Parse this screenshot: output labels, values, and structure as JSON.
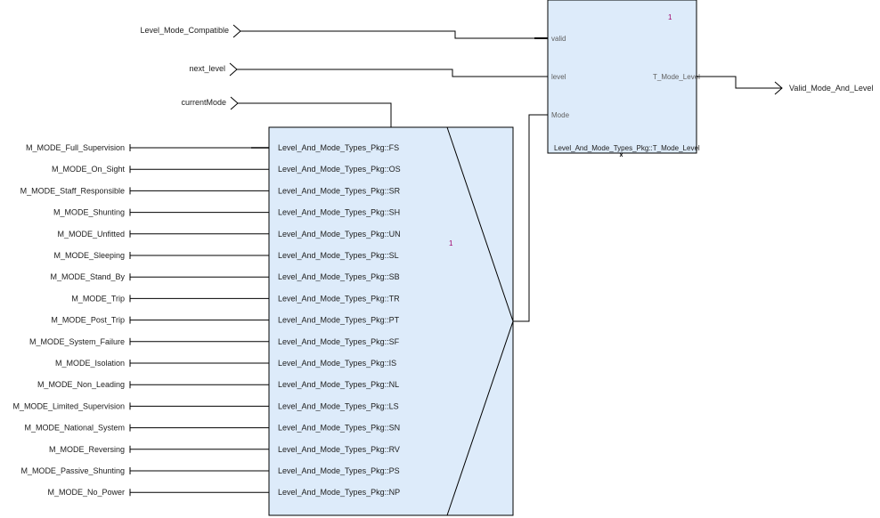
{
  "inputs_top": [
    {
      "label": "Level_Mode_Compatible"
    },
    {
      "label": "next_level"
    },
    {
      "label": "currentMode"
    }
  ],
  "output": {
    "label": "Valid_Mode_And_Level"
  },
  "operator_block": {
    "priority": "1",
    "ports_in": [
      "valid",
      "level",
      "Mode"
    ],
    "port_out": "T_Mode_Level",
    "type_name": "Level_And_Mode_Types_Pkg::T_Mode_Level"
  },
  "switch_block": {
    "priority": "1",
    "cases": [
      {
        "input": "M_MODE_Full_Supervision",
        "case": "Level_And_Mode_Types_Pkg::FS"
      },
      {
        "input": "M_MODE_On_Sight",
        "case": "Level_And_Mode_Types_Pkg::OS"
      },
      {
        "input": "M_MODE_Staff_Responsible",
        "case": "Level_And_Mode_Types_Pkg::SR"
      },
      {
        "input": "M_MODE_Shunting",
        "case": "Level_And_Mode_Types_Pkg::SH"
      },
      {
        "input": "M_MODE_Unfitted",
        "case": "Level_And_Mode_Types_Pkg::UN"
      },
      {
        "input": "M_MODE_Sleeping",
        "case": "Level_And_Mode_Types_Pkg::SL"
      },
      {
        "input": "M_MODE_Stand_By",
        "case": "Level_And_Mode_Types_Pkg::SB"
      },
      {
        "input": "M_MODE_Trip",
        "case": "Level_And_Mode_Types_Pkg::TR"
      },
      {
        "input": "M_MODE_Post_Trip",
        "case": "Level_And_Mode_Types_Pkg::PT"
      },
      {
        "input": "M_MODE_System_Failure",
        "case": "Level_And_Mode_Types_Pkg::SF"
      },
      {
        "input": "M_MODE_Isolation",
        "case": "Level_And_Mode_Types_Pkg::IS"
      },
      {
        "input": "M_MODE_Non_Leading",
        "case": "Level_And_Mode_Types_Pkg::NL"
      },
      {
        "input": "M_MODE_Limited_Supervision",
        "case": "Level_And_Mode_Types_Pkg::LS"
      },
      {
        "input": "M_MODE_National_System",
        "case": "Level_And_Mode_Types_Pkg::SN"
      },
      {
        "input": "M_MODE_Reversing",
        "case": "Level_And_Mode_Types_Pkg::RV"
      },
      {
        "input": "M_MODE_Passive_Shunting",
        "case": "Level_And_Mode_Types_Pkg::PS"
      },
      {
        "input": "M_MODE_No_Power",
        "case": "Level_And_Mode_Types_Pkg::NP"
      }
    ]
  },
  "colors": {
    "block_fill": "#ddebfa",
    "priority_text": "#a0006a",
    "port_text": "#606060"
  }
}
